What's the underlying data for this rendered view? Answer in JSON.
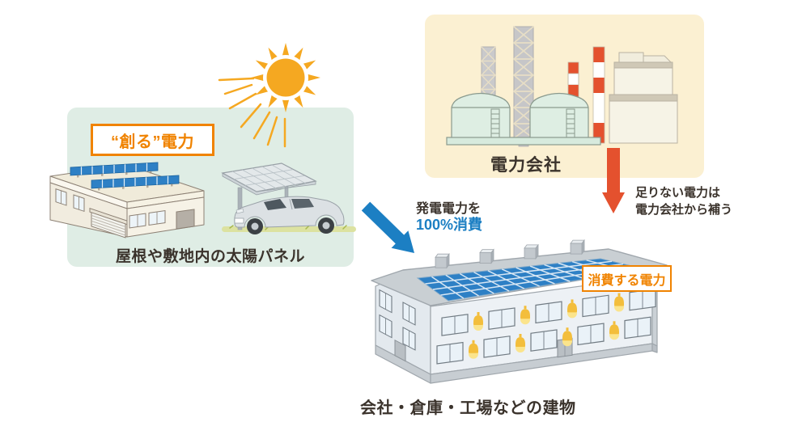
{
  "labels": {
    "create_badge": "“創る”電力",
    "solar_caption": "屋根や敷地内の太陽パネル",
    "utility_label": "電力会社",
    "utility_note_line1": "足りない電力は",
    "utility_note_line2": "電力会社から補う",
    "flow_line1": "発電電力を",
    "flow_line2": "100%消費",
    "consume_badge": "消費する電力",
    "building_caption": "会社・倉庫・工場などの建物"
  },
  "colors": {
    "orange": "#F08300",
    "sun": "#F5A821",
    "red": "#E4512E",
    "blue": "#1C7FC3",
    "mint": "#DFEDE5",
    "cream": "#FBF0D2",
    "solar": "#2E80C5",
    "bulb": "#F3BE3C",
    "bulb-glow": "#FBE48C",
    "ink": "#3B332C"
  },
  "icons": [
    "sun-icon",
    "warehouse-icon",
    "solar-carport-icon",
    "car-icon",
    "factory-icon",
    "down-arrow-icon",
    "diagonal-arrow-icon",
    "office-building-icon",
    "lightbulb-icon"
  ]
}
